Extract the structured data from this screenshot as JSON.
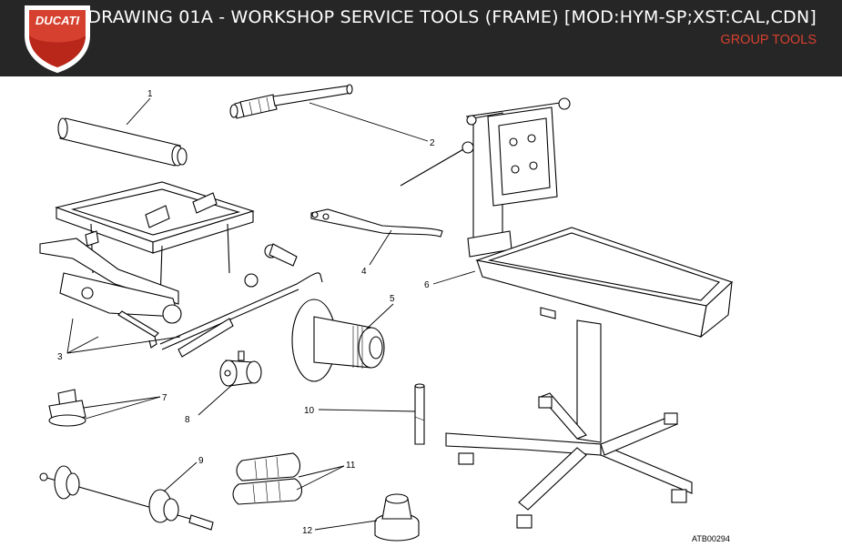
{
  "header": {
    "brand": "DUCATI",
    "title": "DRAWING 01A - WORKSHOP SERVICE TOOLS (FRAME) [MOD:HYM-SP;XST:CAL,CDN]",
    "subtitle": "GROUP TOOLS"
  },
  "callouts": [
    "1",
    "2",
    "3",
    "4",
    "5",
    "6",
    "7",
    "8",
    "9",
    "10",
    "11",
    "12"
  ],
  "drawing_ref": "ATB00294",
  "colors": {
    "header_bg": "#262626",
    "brand_red": "#d6402e",
    "title_text": "#ffffff"
  }
}
